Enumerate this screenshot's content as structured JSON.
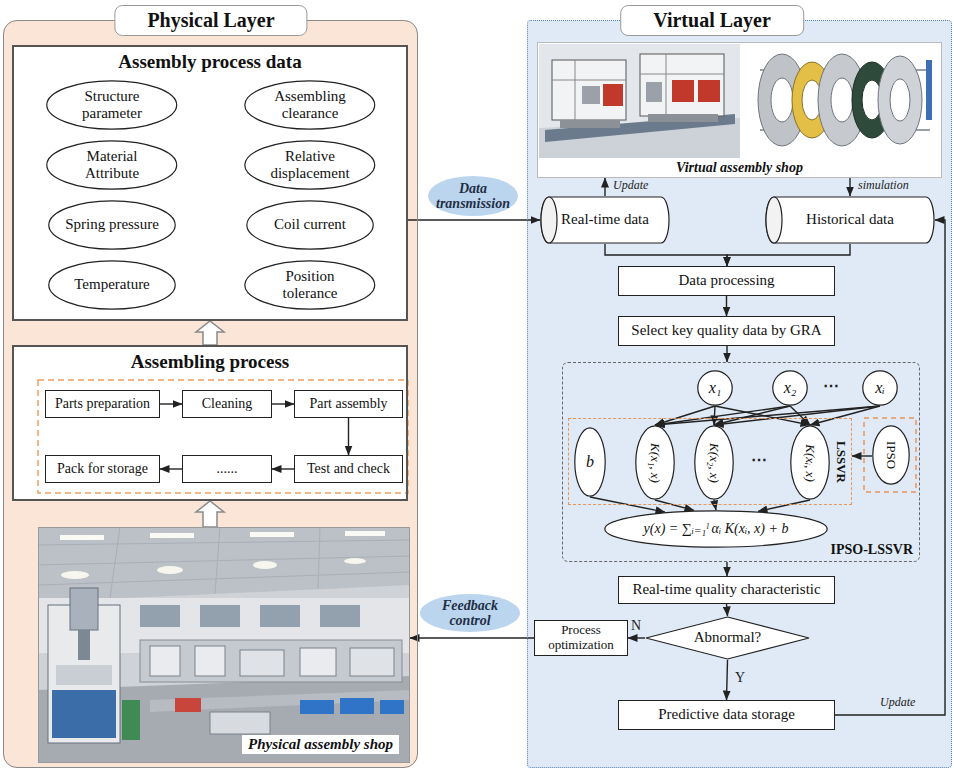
{
  "diagram": {
    "nodes": [
      {
        "text": [
          "Physical Layer"
        ]
      },
      {
        "text": [
          "Assembly process data"
        ],
        "in": 0
      },
      {
        "text": [
          "Structure parameter"
        ],
        "in": 1
      },
      {
        "text": [
          "Assembling clearance"
        ],
        "in": 1
      },
      {
        "text": [
          "Material Attribute"
        ],
        "in": 1
      },
      {
        "text": [
          "Relative displacement"
        ],
        "in": 1
      },
      {
        "text": [
          "Spring pressure"
        ],
        "in": 1
      },
      {
        "text": [
          "Coil current"
        ],
        "in": 1
      },
      {
        "text": [
          "Temperature"
        ],
        "in": 1
      },
      {
        "text": [
          "Position tolerance"
        ],
        "in": 1
      },
      {
        "text": [
          "Assembling process"
        ],
        "in": 0
      },
      {
        "text": [
          "Parts preparation"
        ],
        "in": 10
      },
      {
        "text": [
          "Cleaning"
        ],
        "in": 10
      },
      {
        "text": [
          "Part assembly"
        ],
        "in": 10
      },
      {
        "text": [
          "Pack for storage"
        ],
        "in": 10
      },
      {
        "text": [
          "......"
        ],
        "in": 10
      },
      {
        "text": [
          "Test and check"
        ],
        "in": 10
      },
      {
        "text": [
          "Physical assembly shop"
        ],
        "in": 0
      },
      {
        "text": [
          "Virtual Layer"
        ]
      },
      {
        "text": [
          "Virtual assembly shop"
        ],
        "in": 18
      },
      {
        "text": [
          "Real-time data"
        ],
        "in": 18
      },
      {
        "text": [
          "Historical data"
        ],
        "in": 18
      },
      {
        "text": [
          "Data processing"
        ],
        "in": 18
      },
      {
        "text": [
          "Select key quality data by GRA"
        ],
        "in": 18
      },
      {
        "text": [
          "IPSO-LSSVR"
        ],
        "in": 18
      },
      {
        "text": [
          "x₁"
        ],
        "in": 24
      },
      {
        "text": [
          "x₂"
        ],
        "in": 24
      },
      {
        "text": [
          "xᵢ"
        ],
        "in": 24
      },
      {
        "text": [
          "LSSVR"
        ],
        "in": 24
      },
      {
        "text": [
          "b"
        ],
        "in": 28
      },
      {
        "text": [
          "K(x₁, x)"
        ],
        "in": 28
      },
      {
        "text": [
          "K(x₂, x)"
        ],
        "in": 28
      },
      {
        "text": [
          "K(xᵢ, x)"
        ],
        "in": 28
      },
      {
        "text": [
          "IPSO"
        ],
        "in": 24
      },
      {
        "text": [
          "y(x) = ∑ᵢ₌₁ˡ αᵢ K(xᵢ, x) + b"
        ],
        "in": 24
      },
      {
        "text": [
          "Real-time quality characteristic"
        ],
        "in": 18
      },
      {
        "text": [
          "Abnormal?"
        ],
        "in": 18
      },
      {
        "text": [
          "Process optimization"
        ],
        "in": 18
      },
      {
        "text": [
          "Predictive data storage"
        ],
        "in": 18
      }
    ],
    "edges": [
      {
        "from": 10,
        "to": 1,
        "arrow": "to"
      },
      {
        "from": 17,
        "to": 10,
        "arrow": "to"
      },
      {
        "from": 11,
        "to": 12,
        "arrow": "to"
      },
      {
        "from": 12,
        "to": 13,
        "arrow": "to"
      },
      {
        "from": 13,
        "to": 16,
        "arrow": "to"
      },
      {
        "from": 16,
        "to": 15,
        "arrow": "to"
      },
      {
        "from": 15,
        "to": 14,
        "arrow": "to"
      },
      {
        "from": 1,
        "to": 20,
        "label": "Data transmission",
        "arrow": "to"
      },
      {
        "from": 20,
        "to": 19,
        "label": "Update",
        "arrow": "to"
      },
      {
        "from": 19,
        "to": 21,
        "label": "simulation",
        "arrow": "to"
      },
      {
        "from": 20,
        "to": 22,
        "arrow": "to"
      },
      {
        "from": 21,
        "to": 22,
        "arrow": "to"
      },
      {
        "from": 22,
        "to": 23,
        "arrow": "to"
      },
      {
        "from": 23,
        "to": 24,
        "arrow": "to"
      },
      {
        "from": 25,
        "to": 30,
        "arrow": "to"
      },
      {
        "from": 25,
        "to": 31,
        "arrow": "to"
      },
      {
        "from": 25,
        "to": 32,
        "arrow": "to"
      },
      {
        "from": 26,
        "to": 30,
        "arrow": "to"
      },
      {
        "from": 26,
        "to": 31,
        "arrow": "to"
      },
      {
        "from": 26,
        "to": 32,
        "arrow": "to"
      },
      {
        "from": 27,
        "to": 30,
        "arrow": "to"
      },
      {
        "from": 27,
        "to": 31,
        "arrow": "to"
      },
      {
        "from": 27,
        "to": 32,
        "arrow": "to"
      },
      {
        "from": 29,
        "to": 34,
        "arrow": "to"
      },
      {
        "from": 30,
        "to": 34,
        "arrow": "to"
      },
      {
        "from": 31,
        "to": 34,
        "arrow": "to"
      },
      {
        "from": 32,
        "to": 34,
        "arrow": "to"
      },
      {
        "from": 33,
        "to": 28,
        "arrow": "to"
      },
      {
        "from": 24,
        "to": 35,
        "arrow": "to"
      },
      {
        "from": 35,
        "to": 36,
        "arrow": "to"
      },
      {
        "from": 36,
        "to": 37,
        "label": "N",
        "arrow": "to"
      },
      {
        "from": 36,
        "to": 38,
        "label": "Y",
        "arrow": "to"
      },
      {
        "from": 37,
        "to": 17,
        "label": "Feedback control",
        "arrow": "to"
      },
      {
        "from": 38,
        "to": 21,
        "label": "Update",
        "arrow": "to"
      }
    ],
    "labels": [
      "⋯",
      "⋯"
    ]
  }
}
